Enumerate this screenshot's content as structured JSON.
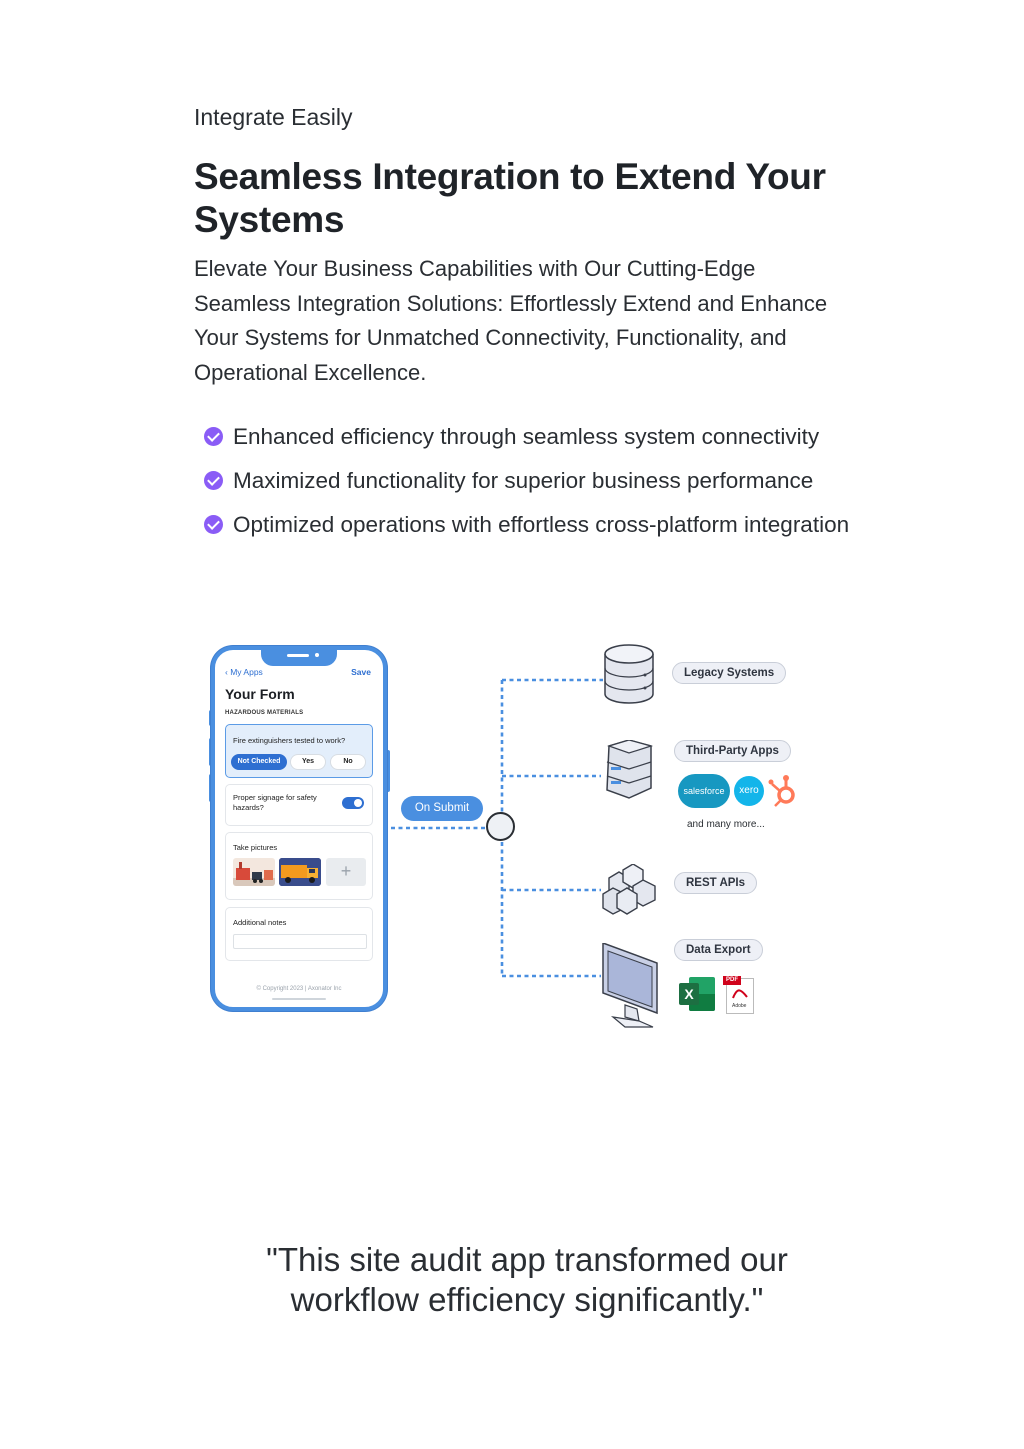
{
  "section": {
    "eyebrow": "Integrate Easily",
    "headline": "Seamless Integration to Extend Your Systems",
    "intro": "Elevate Your Business Capabilities with Our Cutting-Edge Seamless Integration Solutions: Effortlessly Extend and Enhance Your Systems for Unmatched Connectivity, Functionality, and Operational Excellence."
  },
  "benefits": [
    "Enhanced efficiency through seamless system connectivity",
    "Maximized functionality for superior business performance",
    "Optimized operations with effortless cross-platform integration"
  ],
  "phone": {
    "back_label": "My Apps",
    "save_label": "Save",
    "form_title": "Your Form",
    "section_label": "HAZARDOUS MATERIALS",
    "question_1": "Fire extinguishers tested to work?",
    "options": [
      "Not Checked",
      "Yes",
      "No"
    ],
    "selected_option": "Not Checked",
    "question_2": "Proper signage for safety hazards?",
    "toggle_on": true,
    "pictures_label": "Take pictures",
    "add_symbol": "+",
    "notes_label": "Additional notes",
    "copyright": "© Copyright 2023 | Axonator Inc"
  },
  "connector": {
    "trigger_label": "On Submit"
  },
  "integrations": {
    "legacy": "Legacy Systems",
    "third_party": "Third-Party Apps",
    "third_party_logos": [
      "salesforce",
      "xero"
    ],
    "hubspot_icon": "hubspot-icon",
    "more": "and many more...",
    "rest": "REST APIs",
    "export": "Data Export",
    "excel_letter": "X",
    "pdf_badge": "PDF",
    "adobe_text": "Adobe"
  },
  "quote": "\"This site audit app transformed our workflow efficiency significantly.\"",
  "colors": {
    "accent_purple": "#8a5cf6",
    "phone_blue": "#4a8fe0",
    "dashed_line": "#4a8fe0",
    "salesforce": "#1798c1",
    "xero": "#13b5ea",
    "hubspot": "#ff7a59",
    "excel": "#1d6f42",
    "pdf": "#d0021b"
  }
}
